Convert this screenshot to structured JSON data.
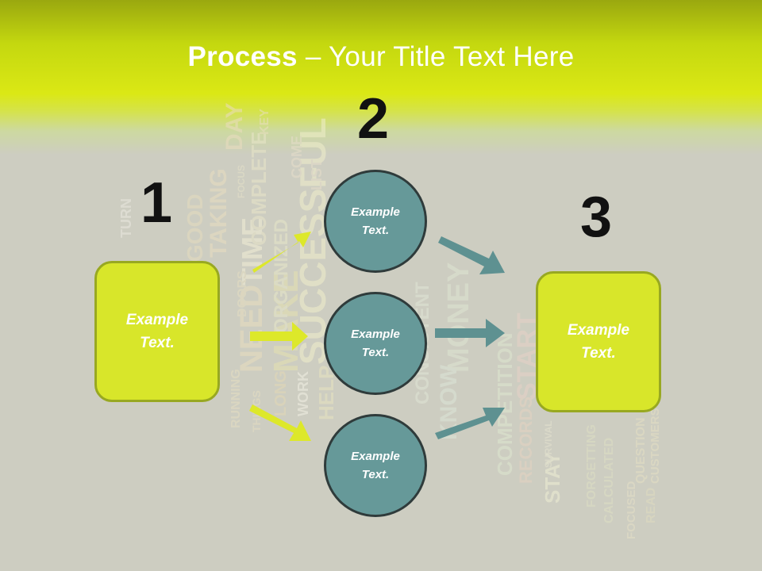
{
  "slide": {
    "title_bold": "Process",
    "title_rest": " – Your Title Text Here"
  },
  "steps": {
    "one": {
      "number": "1",
      "text": "Example\nText."
    },
    "two": {
      "number": "2"
    },
    "three": {
      "number": "3",
      "text": "Example\nText."
    }
  },
  "circles": [
    {
      "text": "Example\nText."
    },
    {
      "text": "Example\nText."
    },
    {
      "text": "Example\nText."
    }
  ],
  "background_words": [
    "SUCCESSFUL",
    "MAKE",
    "NEED",
    "TIME",
    "HELP",
    "MONEY",
    "KNOW",
    "START",
    "COMPETITION",
    "RECORDS",
    "STAY",
    "TAKING",
    "GOOD",
    "DAY",
    "COMPLETE",
    "ORGANIZED",
    "CONSISTENT",
    "WORK",
    "LONG",
    "CALCULATED",
    "FORGETTING",
    "FOCUSED",
    "QUESTION",
    "CUSTOMERS",
    "READ",
    "SURVIVAL",
    "TURN",
    "LIST",
    "COME",
    "KEY",
    "FOCUS",
    "DOORS",
    "RUNNING",
    "THINGS"
  ],
  "colors": {
    "accent_box": "#d8e62a",
    "circle_fill": "#669999",
    "arrow_yellow": "#dde82a",
    "arrow_teal": "#5e9191"
  }
}
